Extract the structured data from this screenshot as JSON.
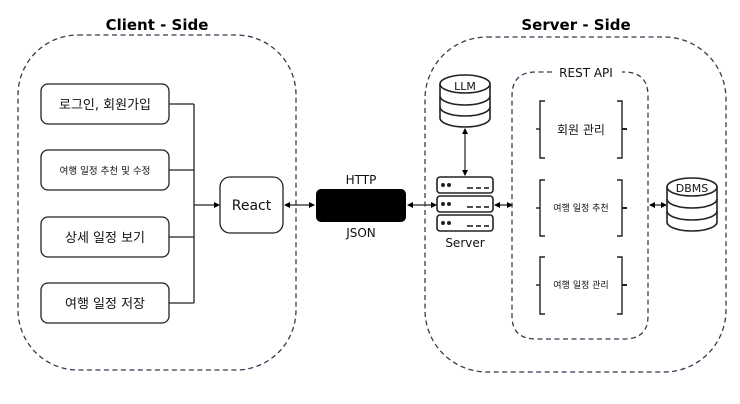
{
  "client": {
    "title": "Client - Side",
    "features": [
      {
        "label": "로그인, 회원가입"
      },
      {
        "label": "여행 일정 추천 및 수정"
      },
      {
        "label": "상세 일정 보기"
      },
      {
        "label": "여행 일정 저장"
      }
    ],
    "framework": "React"
  },
  "transport": {
    "top_label": "HTTP",
    "bottom_label": "JSON"
  },
  "server": {
    "title": "Server - Side",
    "llm_label": "LLM",
    "server_label": "Server",
    "rest_api": {
      "title": "REST API",
      "endpoints": [
        {
          "label": "회원 관리"
        },
        {
          "label": "여행 일정 추천"
        },
        {
          "label": "여행 일정 관리"
        }
      ]
    },
    "db_label": "DBMS"
  },
  "colors": {
    "dashed_border": "#2f3e4e",
    "line": "#000000",
    "transport_fill": "#000000"
  }
}
